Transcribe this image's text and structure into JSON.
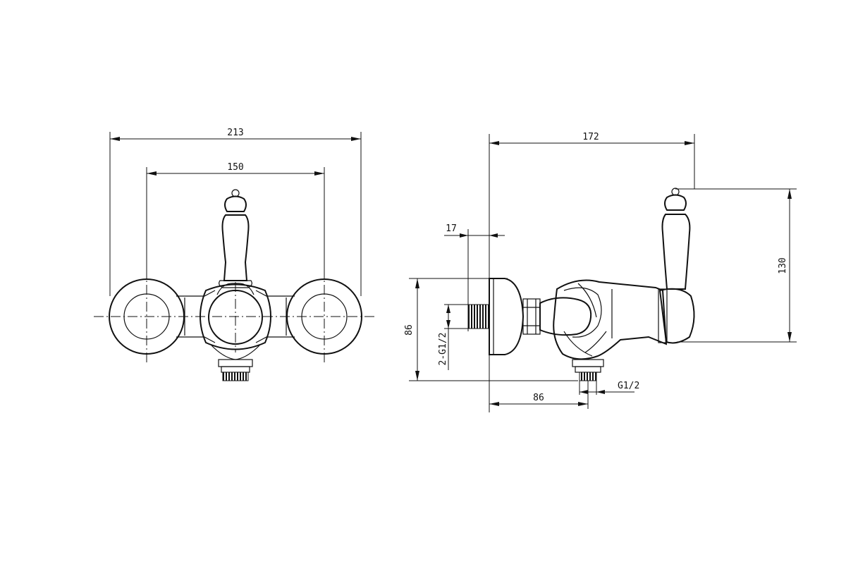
{
  "front_view": {
    "dim_overall_width": "213",
    "dim_inlet_spacing": "150"
  },
  "side_view": {
    "dim_overall_depth": "172",
    "dim_wall_offset": "17",
    "dim_body_height": "86",
    "dim_inlet_thread": "2-G1/2",
    "dim_outlet_offset": "86",
    "dim_outlet_thread": "G1/2",
    "dim_total_height": "130"
  }
}
